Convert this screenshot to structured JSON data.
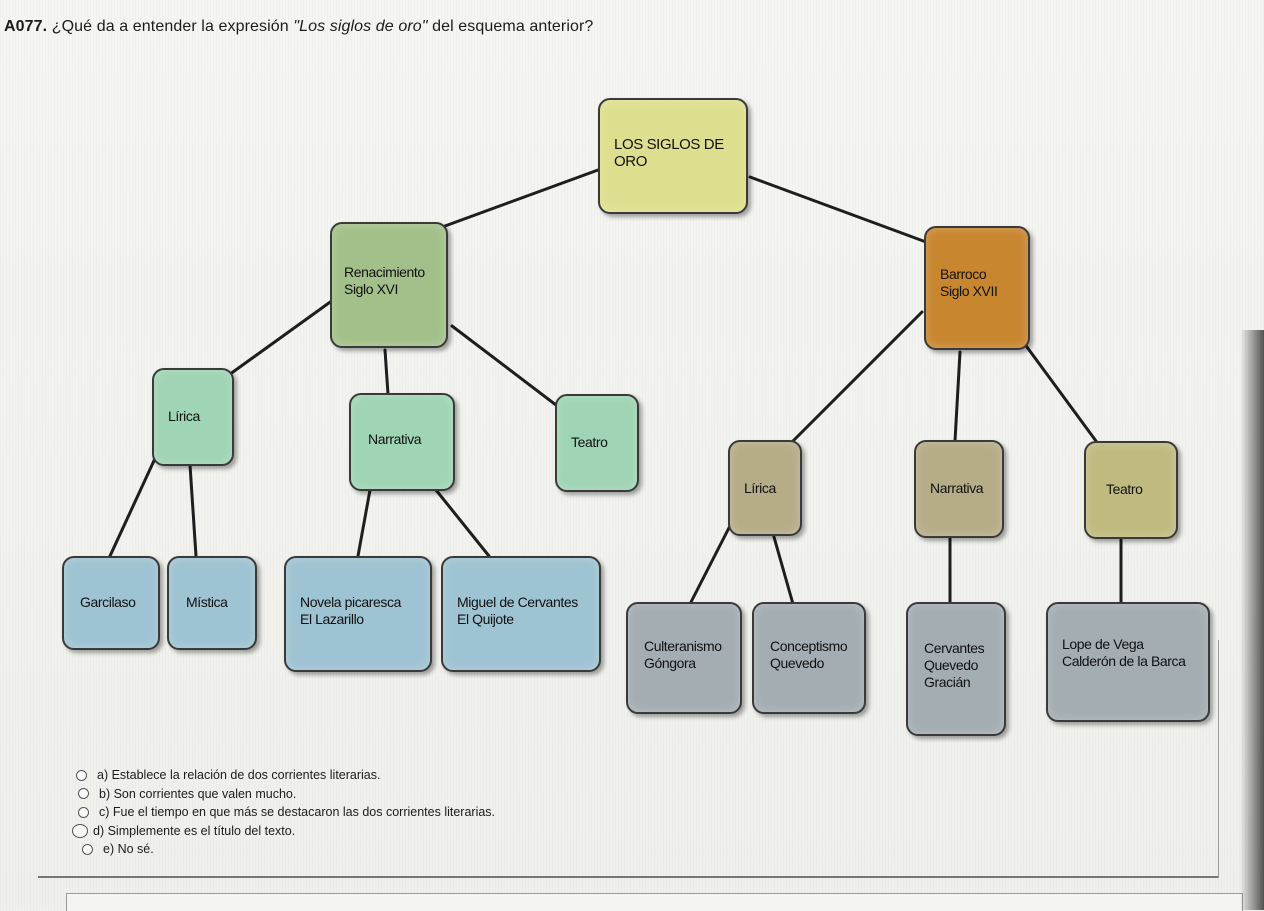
{
  "question": {
    "code": "A077.",
    "prefix": "¿Qué da a entender la expresión ",
    "quote": "\"Los siglos de oro\"",
    "suffix": " del esquema anterior?"
  },
  "diagram": {
    "root": "LOS SIGLOS DE\nORO",
    "renacimiento": "Renacimiento\nSiglo XVI",
    "barroco": "Barroco\nSiglo XVII",
    "ren_lirica": "Lírica",
    "ren_narrativa": "Narrativa",
    "ren_teatro": "Teatro",
    "garcilaso": "Garcilaso",
    "mistica": "Mística",
    "novela_picaresca": "Novela picaresca\nEl Lazarillo",
    "cervantes_quijote": "Miguel de Cervantes\nEl Quijote",
    "bar_lirica": "Lírica",
    "bar_narrativa": "Narrativa",
    "bar_teatro": "Teatro",
    "culteranismo": "Culteranismo\nGóngora",
    "conceptismo": "Conceptismo\nQuevedo",
    "bar_narrativa_autores": "Cervantes\nQuevedo\nGracián",
    "bar_teatro_autores": "Lope de Vega\nCalderón de la Barca"
  },
  "options": [
    "a) Establece la relación de dos corrientes literarias.",
    "b) Son corrientes que valen mucho.",
    "c) Fue el tiempo en que más se destacaron las dos corrientes literarias.",
    "d) Simplemente es el título del texto.",
    "e) No sé."
  ]
}
